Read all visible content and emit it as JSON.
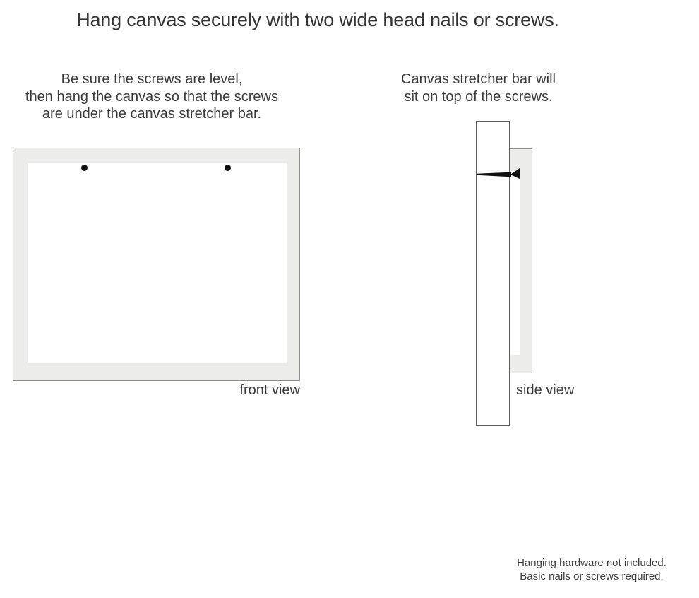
{
  "colors": {
    "canvas_gray": "#ececeb",
    "frame_border": "#8f8f8f",
    "wall_border": "#5e5e5e",
    "nail_black": "#111111",
    "text": "#3a3a3a"
  },
  "header": {
    "title": "Hang canvas securely with two wide head nails or screws."
  },
  "instructions": {
    "front": {
      "lines": [
        "Be sure the screws are level,",
        "then hang the canvas so that the screws",
        "are under the canvas stretcher bar."
      ]
    },
    "side": {
      "lines": [
        "Canvas stretcher bar will",
        "sit on top of the screws."
      ]
    }
  },
  "front_view": {
    "label": "front view",
    "screw_count": 2
  },
  "side_view": {
    "label": "side view",
    "nail_count": 1
  },
  "footnote": {
    "lines": [
      "Hanging hardware not included.",
      "Basic nails or screws required."
    ]
  }
}
